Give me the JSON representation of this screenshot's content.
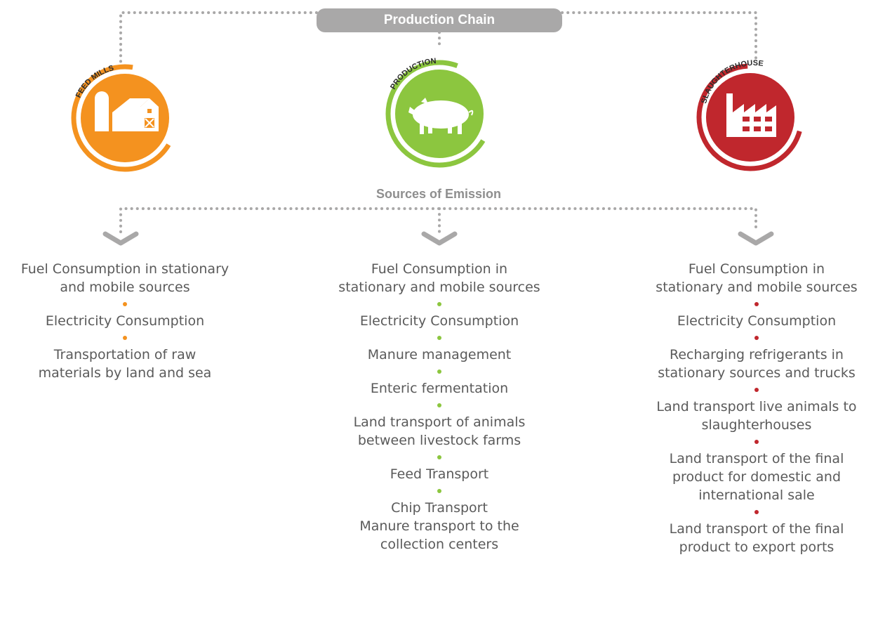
{
  "header": {
    "title": "Production Chain"
  },
  "sources_label": "Sources of Emission",
  "colors": {
    "feed_mills": "#f4921f",
    "production": "#8cc63f",
    "slaughterhouse": "#c0272d",
    "connector": "#a9a8a8"
  },
  "stages": [
    {
      "name": "FEED MILLS",
      "icon": "farm-silo-barn-icon",
      "items": [
        "Fuel Consumption in stationary\nand mobile sources",
        "Electricity Consumption",
        "Transportation of raw\nmaterials by land and sea"
      ]
    },
    {
      "name": "PRODUCTION",
      "icon": "pig-icon",
      "items": [
        "Fuel Consumption in\nstationary and mobile sources",
        "Electricity Consumption",
        "Manure management",
        "Enteric fermentation",
        "Land transport of animals\nbetween livestock farms",
        "Feed Transport",
        "Chip Transport\nManure transport to the\ncollection centers"
      ]
    },
    {
      "name": "SLAUGHTERHOUSE",
      "icon": "factory-icon",
      "items": [
        "Fuel Consumption in\nstationary and mobile sources",
        "Electricity Consumption",
        "Recharging refrigerants in\nstationary sources and trucks",
        "Land transport live animals to\nslaughterhouses",
        "Land transport of the final\nproduct for domestic and\ninternational sale",
        "Land transport of the final\nproduct to export ports"
      ]
    }
  ]
}
